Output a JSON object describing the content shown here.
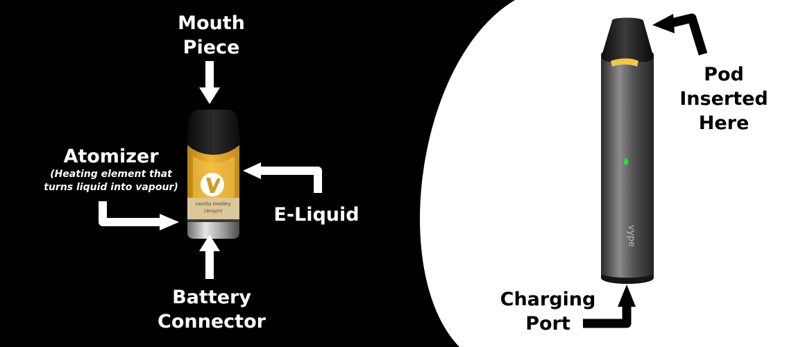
{
  "labels": {
    "mouth_piece": [
      "Mouth",
      "Piece"
    ],
    "atomizer": "Atomizer",
    "atomizer_note": [
      "(Heating element that",
      "turns liquid into vapour)"
    ],
    "e_liquid": "E-Liquid",
    "battery_connector": [
      "Battery",
      "Connector"
    ],
    "pod_inserted_here": [
      "Pod",
      "Inserted",
      "Here"
    ],
    "charging_port": [
      "Charging",
      "Port"
    ]
  },
  "pod_print": {
    "flavour": "vanilla medley",
    "strength": "18mg/ml"
  },
  "device_print": {
    "brand": "vype"
  },
  "colors": {
    "left_background": "#000000",
    "right_background": "#ffffff",
    "left_text": "#ffffff",
    "right_text": "#000000",
    "e_liquid": "#e2a51f",
    "led": "#28e03a"
  }
}
